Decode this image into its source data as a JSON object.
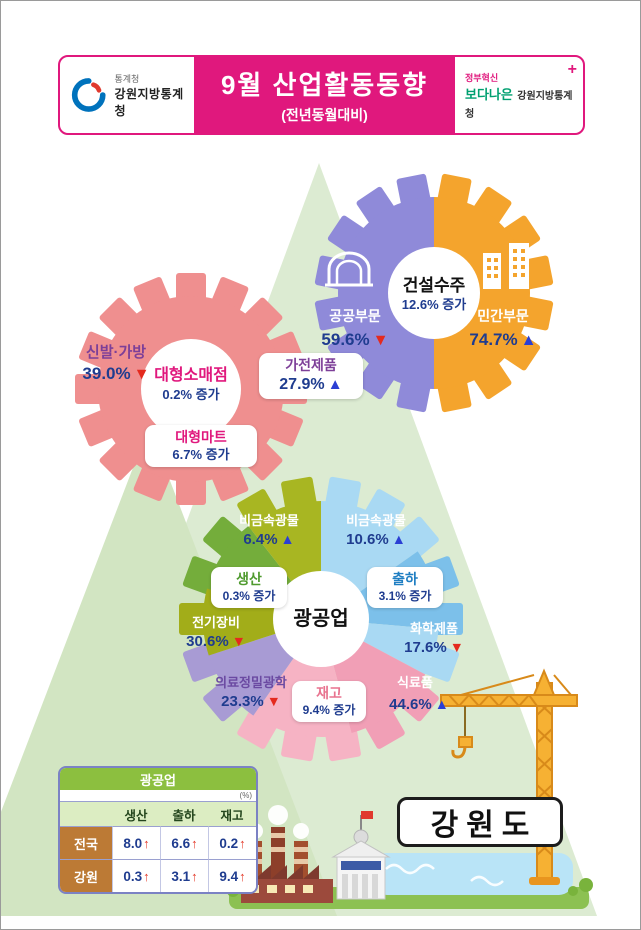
{
  "header": {
    "agency_small": "통계청",
    "agency_name": "강원지방통계청",
    "title": "9월 산업활동동향",
    "subtitle": "(전년동월대비)",
    "badge_small": "정부혁신",
    "badge_bold": "보다나은",
    "badge_agency": "강원지방통계청",
    "accent_color": "#e0187d"
  },
  "retail_gear": {
    "segments": [
      {
        "from": 0,
        "to": 360,
        "color": "#ef8f8f"
      }
    ],
    "center_title": "대형소매점",
    "center_value": "0.2% 증가",
    "shoes_label": "신발·가방",
    "shoes_value": "39.0%",
    "shoes_direction": "down",
    "appliance_label": "가전제품",
    "appliance_value": "27.9%",
    "appliance_direction": "up",
    "mart_label": "대형마트",
    "mart_value": "6.7% 증가"
  },
  "construction_gear": {
    "segments": [
      {
        "from": 0,
        "to": 180,
        "color": "#f4a42d",
        "name": "민간부문"
      },
      {
        "from": 180,
        "to": 360,
        "color": "#8f8ad9",
        "name": "공공부문"
      }
    ],
    "center_title": "건설수주",
    "center_value": "12.6% 증가",
    "public_label": "공공부문",
    "public_value": "59.6%",
    "public_direction": "down",
    "private_label": "민간부문",
    "private_value": "74.7%",
    "private_direction": "up"
  },
  "mining_gear": {
    "segments": [
      {
        "from": 0,
        "to": 55,
        "color": "#a9d9f3",
        "name": "비금속광물(출하)"
      },
      {
        "from": 55,
        "to": 95,
        "color": "#7cc0ea",
        "name": "출하"
      },
      {
        "from": 95,
        "to": 118,
        "color": "#a9d9f3",
        "name": "화학제품"
      },
      {
        "from": 118,
        "to": 165,
        "color": "#f19fb6",
        "name": "식료품"
      },
      {
        "from": 165,
        "to": 215,
        "color": "#f6b3c4",
        "name": "재고"
      },
      {
        "from": 215,
        "to": 252,
        "color": "#a89bd4",
        "name": "의료정밀광학"
      },
      {
        "from": 252,
        "to": 285,
        "color": "#a2ad19",
        "name": "전기장비"
      },
      {
        "from": 285,
        "to": 322,
        "color": "#74ad3b",
        "name": "생산"
      },
      {
        "from": 322,
        "to": 360,
        "color": "#a8b622",
        "name": "비금속광물(생산)"
      }
    ],
    "center_title": "광공업",
    "labels": {
      "nonmetal_prod": {
        "label": "비금속광물",
        "value": "6.4%",
        "direction": "up"
      },
      "nonmetal_ship": {
        "label": "비금속광물",
        "value": "10.6%",
        "direction": "up"
      },
      "production": {
        "label": "생산",
        "value": "0.3% 증가"
      },
      "shipment": {
        "label": "출하",
        "value": "3.1% 증가"
      },
      "electrical": {
        "label": "전기장비",
        "value": "30.6%",
        "direction": "down"
      },
      "chemical": {
        "label": "화학제품",
        "value": "17.6%",
        "direction": "down"
      },
      "medical": {
        "label": "의료정밀광학",
        "value": "23.3%",
        "direction": "down"
      },
      "inventory": {
        "label": "재고",
        "value": "9.4% 증가"
      },
      "food": {
        "label": "식료품",
        "value": "44.6%",
        "direction": "up"
      }
    }
  },
  "table": {
    "title": "광공업",
    "unit": "(%)",
    "columns": [
      "생산",
      "출하",
      "재고"
    ],
    "rows": [
      {
        "name": "전국",
        "cells": [
          {
            "v": "8.0",
            "dir": "up"
          },
          {
            "v": "6.6",
            "dir": "up"
          },
          {
            "v": "0.2",
            "dir": "up"
          }
        ]
      },
      {
        "name": "강원",
        "cells": [
          {
            "v": "0.3",
            "dir": "up"
          },
          {
            "v": "3.1",
            "dir": "up"
          },
          {
            "v": "9.4",
            "dir": "up"
          }
        ]
      }
    ]
  },
  "scene": {
    "region_label": "강원도"
  },
  "chart_data": [
    {
      "type": "bar",
      "title": "대형소매점 (전년동월대비 %)",
      "categories": [
        "대형소매점",
        "신발·가방",
        "가전제품",
        "대형마트"
      ],
      "values": [
        0.2,
        -39.0,
        27.9,
        6.7
      ]
    },
    {
      "type": "bar",
      "title": "건설수주 (전년동월대비 %)",
      "categories": [
        "건설수주",
        "공공부문",
        "민간부문"
      ],
      "values": [
        12.6,
        -59.6,
        74.7
      ]
    },
    {
      "type": "bar",
      "title": "광공업 (전년동월대비 %)",
      "categories": [
        "생산",
        "생산·비금속광물",
        "생산·전기장비",
        "출하",
        "출하·비금속광물",
        "출하·화학제품",
        "재고",
        "재고·식료품",
        "의료정밀광학"
      ],
      "values": [
        0.3,
        6.4,
        -30.6,
        3.1,
        10.6,
        -17.6,
        9.4,
        44.6,
        -23.3
      ]
    },
    {
      "type": "table",
      "title": "광공업",
      "unit": "%",
      "columns": [
        "생산",
        "출하",
        "재고"
      ],
      "rows": [
        {
          "name": "전국",
          "values": [
            8.0,
            6.6,
            0.2
          ]
        },
        {
          "name": "강원",
          "values": [
            0.3,
            3.1,
            9.4
          ]
        }
      ]
    }
  ]
}
